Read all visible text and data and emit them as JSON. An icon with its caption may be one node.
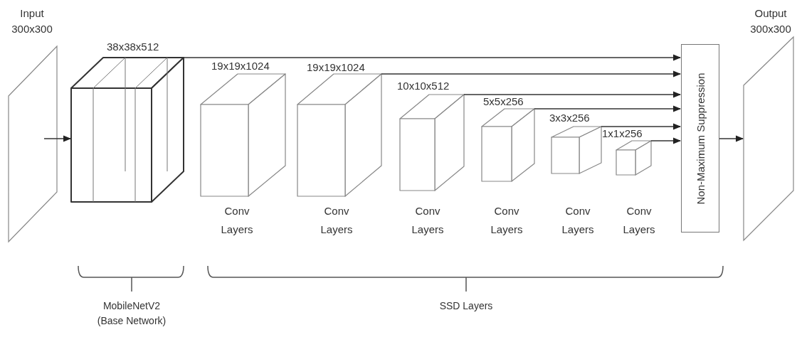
{
  "diagram": {
    "nodes": [
      {
        "text": [
          "Input 300x300"
        ]
      },
      {
        "text": [
          "38x38x512"
        ]
      },
      {
        "text": [
          "19x19x1024",
          "Conv Layers"
        ]
      },
      {
        "text": [
          "19x19x1024",
          "Conv Layers"
        ]
      },
      {
        "text": [
          "10x10x512",
          "Conv Layers"
        ]
      },
      {
        "text": [
          "5x5x256",
          "Conv Layers"
        ]
      },
      {
        "text": [
          "3x3x256",
          "Conv Layers"
        ]
      },
      {
        "text": [
          "1x1x256",
          "Conv Layers"
        ]
      },
      {
        "text": [
          "Non-Maximum Suppression"
        ]
      },
      {
        "text": [
          "Output 300x300"
        ]
      }
    ],
    "edges": [
      {
        "from": 0,
        "to": 1,
        "arrow": "to"
      },
      {
        "from": 1,
        "to": 8,
        "arrow": "to"
      },
      {
        "from": 3,
        "to": 8,
        "arrow": "to"
      },
      {
        "from": 4,
        "to": 8,
        "arrow": "to"
      },
      {
        "from": 5,
        "to": 8,
        "arrow": "to"
      },
      {
        "from": 6,
        "to": 8,
        "arrow": "to"
      },
      {
        "from": 7,
        "to": 8,
        "arrow": "to"
      },
      {
        "from": 8,
        "to": 9,
        "arrow": "to"
      }
    ],
    "labels": [
      "MobileNetV2 (Base Network)",
      "SSD Layers"
    ]
  }
}
